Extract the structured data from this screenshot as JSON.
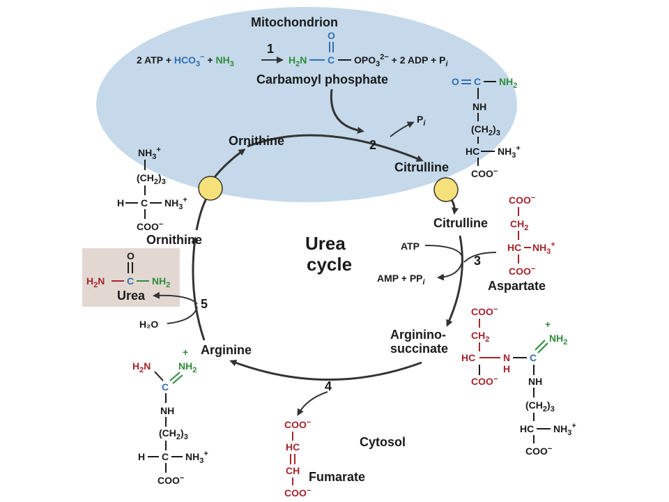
{
  "labels": {
    "mitochondrion": "Mitochondrion",
    "cytosol": "Cytosol",
    "cycle_line1": "Urea",
    "cycle_line2": "cycle",
    "step1": "1",
    "step2": "2",
    "step3": "3",
    "step4": "4",
    "step5": "5"
  },
  "reaction1": {
    "reactants_prefix": "2 ATP + ",
    "hco3": "HCO",
    "hco3_sub": "3",
    "hco3_charge": "−",
    "plus": " + ",
    "nh3": "NH",
    "nh3_sub": "3",
    "product_h2n": "H",
    "product_h2n_sub": "2",
    "product_h2n_n": "N",
    "product_c": "C",
    "product_o": "O",
    "product_opo3": "OPO",
    "product_opo3_sub": "3",
    "product_opo3_charge": "2−",
    "products_suffix": " + 2 ADP + P",
    "pi_sub": "i",
    "name": "Carbamoyl phosphate"
  },
  "compounds": {
    "ornithine": "Ornithine",
    "citrulline": "Citrulline",
    "aspartate": "Aspartate",
    "argininosuccinate_line1": "Arginino-",
    "argininosuccinate_line2": "succinate",
    "arginine": "Arginine",
    "fumarate": "Fumarate",
    "urea": "Urea"
  },
  "side_reagents": {
    "pi": "P",
    "pi_sub": "i",
    "atp": "ATP",
    "amp_ppi": "AMP + PP",
    "ppi_sub": "i",
    "h2o": "H₂O"
  },
  "colors": {
    "mito_fill": "#c5d9ea",
    "transporter": "#f6e07a",
    "urea_box": "#e2d8d1",
    "blue": "#2f6fb5",
    "green": "#2e8b3a",
    "red": "#a3252b"
  }
}
